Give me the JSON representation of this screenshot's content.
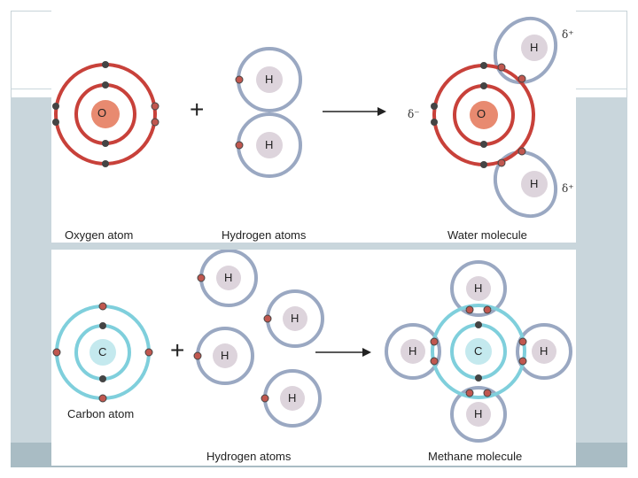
{
  "water_panel": {
    "oxygen_label": "Oxygen atom",
    "hydrogen_label": "Hydrogen atoms",
    "water_label": "Water molecule",
    "oxygen_symbol": "O",
    "hydrogen_symbol": "H",
    "plus": "+",
    "delta_minus": "δ⁻",
    "delta_plus": "δ⁺"
  },
  "methane_panel": {
    "carbon_label": "Carbon atom",
    "hydrogen_label": "Hydrogen atoms",
    "methane_label": "Methane molecule",
    "carbon_symbol": "C",
    "hydrogen_symbol": "H",
    "plus": "+"
  },
  "colors": {
    "oxygen_shell": "#c8413a",
    "hydrogen_shell": "#9aa8c2",
    "carbon_shell": "#7fcfdc",
    "shared_electron": "#c0574f",
    "inner_electron": "#444444"
  }
}
